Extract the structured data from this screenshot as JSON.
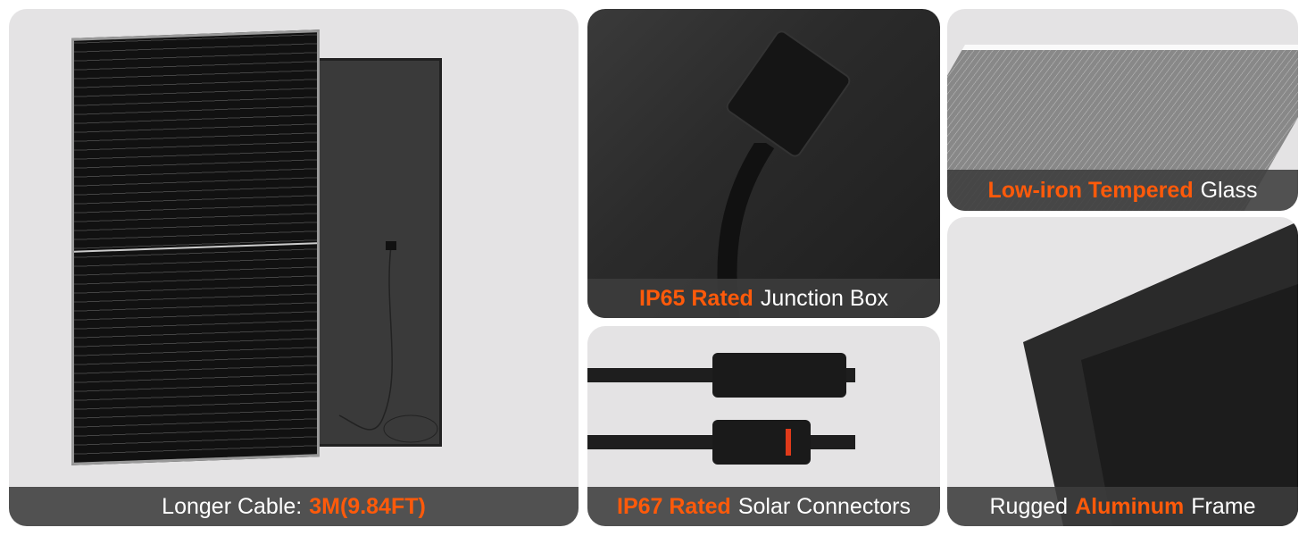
{
  "panels": [
    {
      "caption_plain": "Longer Cable:",
      "caption_highlight": "3M(9.84FT)"
    },
    {
      "caption_highlight": "IP65 Rated",
      "caption_plain": "Junction Box"
    },
    {
      "caption_highlight": "IP67 Rated",
      "caption_plain": "Solar Connectors"
    },
    {
      "caption_highlight": "Low-iron Tempered",
      "caption_plain": "Glass"
    },
    {
      "caption_plain_before": "Rugged",
      "caption_highlight": "Aluminum",
      "caption_plain": "Frame"
    }
  ],
  "colors": {
    "accent": "#ff5a0a",
    "panel_bg": "#e4e3e4",
    "caption_bg": "#3c3c3c"
  }
}
